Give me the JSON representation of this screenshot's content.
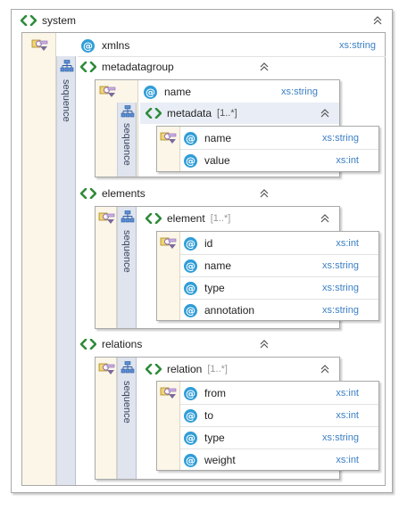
{
  "colors": {
    "element_icon": "#2e8b3a",
    "attribute_icon": "#2f9dd8",
    "type_text": "#3b7fc4",
    "sequence_strip": "#dfe4ee",
    "attribute_strip": "#fbf6e8"
  },
  "icons": {
    "element": "element-icon",
    "attribute": "attribute-icon",
    "sequence": "sequence-icon",
    "attributes_group": "attributes-group-icon",
    "collapse": "chevron-up-icon"
  },
  "diagram": {
    "root": {
      "name": "system"
    },
    "system_attr": {
      "name": "xmlns",
      "type": "xs:string"
    },
    "sequence_label": "sequence",
    "metadatagroup": {
      "name": "metadatagroup",
      "attr": {
        "name": "name",
        "type": "xs:string"
      },
      "child": {
        "name": "metadata",
        "multiplicity": "[1..*]",
        "attrs": [
          {
            "name": "name",
            "type": "xs:string"
          },
          {
            "name": "value",
            "type": "xs:int"
          }
        ]
      }
    },
    "elements": {
      "name": "elements",
      "child": {
        "name": "element",
        "multiplicity": "[1..*]",
        "attrs": [
          {
            "name": "id",
            "type": "xs:int"
          },
          {
            "name": "name",
            "type": "xs:string"
          },
          {
            "name": "type",
            "type": "xs:string"
          },
          {
            "name": "annotation",
            "type": "xs:string"
          }
        ]
      }
    },
    "relations": {
      "name": "relations",
      "child": {
        "name": "relation",
        "multiplicity": "[1..*]",
        "attrs": [
          {
            "name": "from",
            "type": "xs:int"
          },
          {
            "name": "to",
            "type": "xs:int"
          },
          {
            "name": "type",
            "type": "xs:string"
          },
          {
            "name": "weight",
            "type": "xs:int"
          }
        ]
      }
    }
  }
}
